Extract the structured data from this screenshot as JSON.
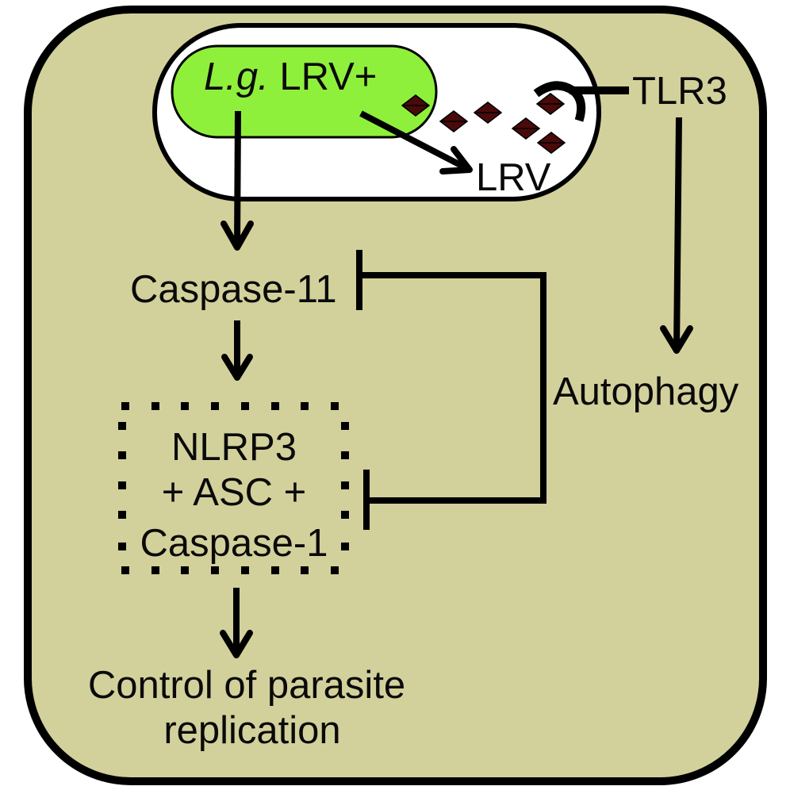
{
  "colors": {
    "cell_fill": "#d3d19b",
    "vacuole_fill": "#ffffff",
    "parasite_fill": "#8ff03c",
    "lrv_particle_fill": "#4a0a0a",
    "stroke": "#000000"
  },
  "nodes": {
    "parasite": {
      "italic_part": "L.g.",
      "rest": " LRV+"
    },
    "lrv": "LRV",
    "tlr3": "TLR3",
    "caspase11": "Caspase-11",
    "inflammasome": {
      "line1": "NLRP3",
      "line2": "+ ASC +",
      "line3": "Caspase-1"
    },
    "autophagy": "Autophagy",
    "outcome": {
      "line1": "Control of parasite",
      "line2": "replication"
    }
  },
  "edges": [
    {
      "from": "parasite",
      "to": "caspase11",
      "type": "activates"
    },
    {
      "from": "parasite",
      "to": "lrv",
      "type": "releases"
    },
    {
      "from": "lrv",
      "to": "tlr3",
      "type": "binds"
    },
    {
      "from": "tlr3",
      "to": "autophagy",
      "type": "activates"
    },
    {
      "from": "caspase11",
      "to": "inflammasome",
      "type": "activates"
    },
    {
      "from": "autophagy",
      "to": "caspase11",
      "type": "inhibits"
    },
    {
      "from": "autophagy",
      "to": "inflammasome",
      "type": "inhibits"
    },
    {
      "from": "inflammasome",
      "to": "outcome",
      "type": "activates"
    }
  ],
  "lrv_particle_count": 6
}
